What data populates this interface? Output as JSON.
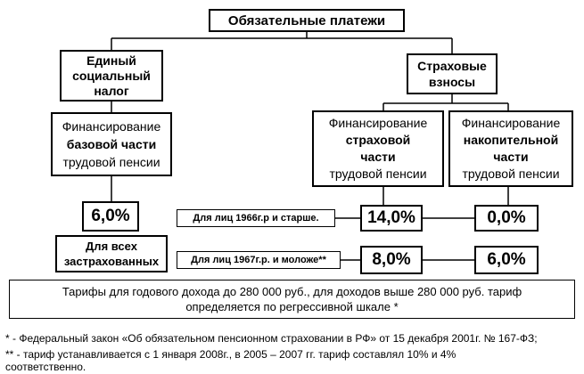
{
  "root": {
    "label": "Обязательные платежи"
  },
  "esn": {
    "line1": "Единый",
    "line2": "социальный",
    "line3": "налог"
  },
  "insurance": {
    "line1": "Страховые",
    "line2": "взносы"
  },
  "fin_base": {
    "line1": "Финансирование",
    "line2": "базовой части",
    "line3": "трудовой пенсии"
  },
  "fin_insurance": {
    "line1": "Финансирование",
    "line2": "страховой",
    "line3": "части",
    "line4": "трудовой пенсии"
  },
  "fin_savings": {
    "line1": "Финансирование",
    "line2": "накопительной",
    "line3": "части",
    "line4": "трудовой пенсии"
  },
  "base_rate": "6,0%",
  "all_insured": {
    "line1": "Для всех",
    "line2": "застрахованных"
  },
  "older_label": "Для лиц 1966г.р и старше.",
  "younger_label": "Для лиц 1967г.р. и моложе**",
  "rates": {
    "older_insurance": "14,0%",
    "older_savings": "0,0%",
    "younger_insurance": "8,0%",
    "younger_savings": "6,0%"
  },
  "tariff_note": {
    "line1": "Тарифы для годового дохода до 280 000 руб., для доходов выше 280 000 руб. тариф",
    "line2": "определяется по регрессивной шкале *"
  },
  "footnotes": {
    "f1": "* - Федеральный закон «Об обязательном пенсионном страховании в РФ» от 15 декабря 2001г. № 167-ФЗ;",
    "f2a": "** - тариф устанавливается с 1 января 2008г., в 2005 – 2007 гг. тариф составлял 10% и 4%",
    "f2b": "соответственно."
  }
}
